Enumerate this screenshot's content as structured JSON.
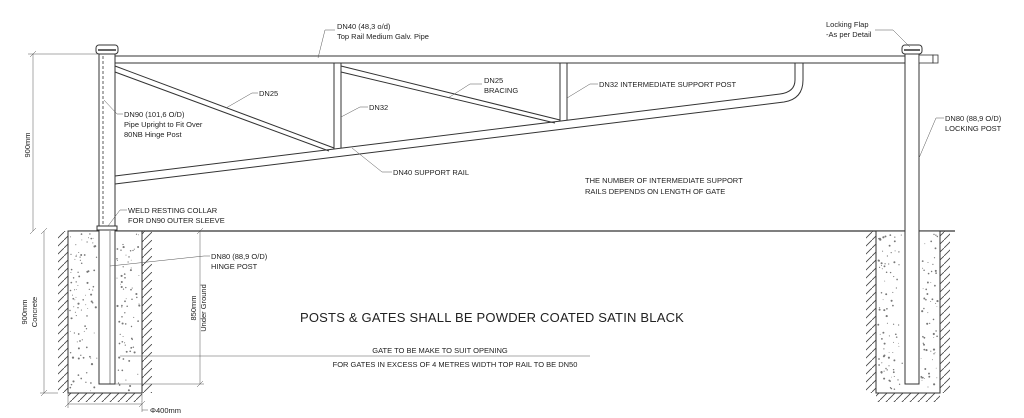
{
  "labels": {
    "top_rail_1": "DN40 (48,3 o/d)",
    "top_rail_2": "Top Rail Medium Galv. Pipe",
    "locking_flap_1": "Locking Flap",
    "locking_flap_2": "-As per Detail",
    "dn25": "DN25",
    "dn25_bracing_1": "DN25",
    "dn25_bracing_2": "BRACING",
    "dn32": "DN32",
    "dn32_intermediate": "DN32 INTERMEDIATE SUPPORT POST",
    "dn90_1": "DN90 (101,6 O/D)",
    "dn90_2": "Pipe Upright to Fit Over",
    "dn90_3": "80NB Hinge Post",
    "dn80_locking_1": "DN80 (88,9 O/D)",
    "dn80_locking_2": "LOCKING POST",
    "dn40_support": "DN40 SUPPORT RAIL",
    "number_note_1": "THE NUMBER OF INTERMEDIATE SUPPORT",
    "number_note_2": "RAILS DEPENDS ON LENGTH OF GATE",
    "weld_1": "WELD RESTING COLLAR",
    "weld_2": "FOR DN90 OUTER SLEEVE",
    "dn80_hinge_1": "DN80 (88,9 O/D)",
    "dn80_hinge_2": "HINGE POST",
    "main_note": "POSTS & GATES SHALL BE POWDER COATED SATIN BLACK",
    "gate_note_1": "GATE TO BE MAKE TO SUIT OPENING",
    "gate_note_2": "FOR GATES IN EXCESS OF 4 METRES WIDTH TOP RAIL TO BE DN50"
  },
  "dimensions": {
    "height_above": "900mm",
    "concrete_1": "900mm",
    "concrete_2": "Concrete",
    "under_ground_1": "850mm",
    "under_ground_2": "Under Ground",
    "footing_width": "Φ400mm"
  }
}
